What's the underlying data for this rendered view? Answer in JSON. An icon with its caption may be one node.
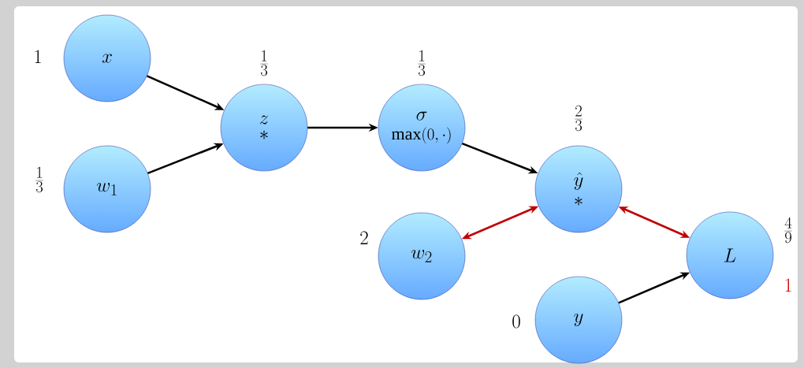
{
  "diagram": {
    "nodes": [
      {
        "text": [
          "x"
        ],
        "beside": [
          "1"
        ]
      },
      {
        "text": [
          "w_1"
        ],
        "beside": [
          "\\frac{1}{3}"
        ]
      },
      {
        "text": [
          "z",
          "*"
        ],
        "beside": [
          "\\frac{1}{3}"
        ]
      },
      {
        "text": [
          "\\sigma",
          "\\mathrm{max}(0,\\cdot)"
        ],
        "beside": [
          "\\frac{1}{3}"
        ]
      },
      {
        "text": [
          "\\hat{y}",
          "*"
        ],
        "beside": [
          "\\frac{2}{3}"
        ]
      },
      {
        "text": [
          "w_2"
        ],
        "beside": [
          "2"
        ]
      },
      {
        "text": [
          "L"
        ],
        "beside": [
          "\\frac{4}{9}",
          "1"
        ]
      },
      {
        "text": [
          "y"
        ],
        "beside": [
          "0"
        ]
      }
    ],
    "edges": [
      {
        "from": 0,
        "to": 2,
        "arrow": "to"
      },
      {
        "from": 1,
        "to": 2,
        "arrow": "to"
      },
      {
        "from": 2,
        "to": 3,
        "arrow": "to"
      },
      {
        "from": 3,
        "to": 4,
        "arrow": "to"
      },
      {
        "from": 4,
        "to": 5,
        "arrow": "both",
        "color": "#c00000"
      },
      {
        "from": 4,
        "to": 6,
        "arrow": "both",
        "color": "#c00000"
      },
      {
        "from": 7,
        "to": 6,
        "arrow": "to"
      }
    ]
  }
}
